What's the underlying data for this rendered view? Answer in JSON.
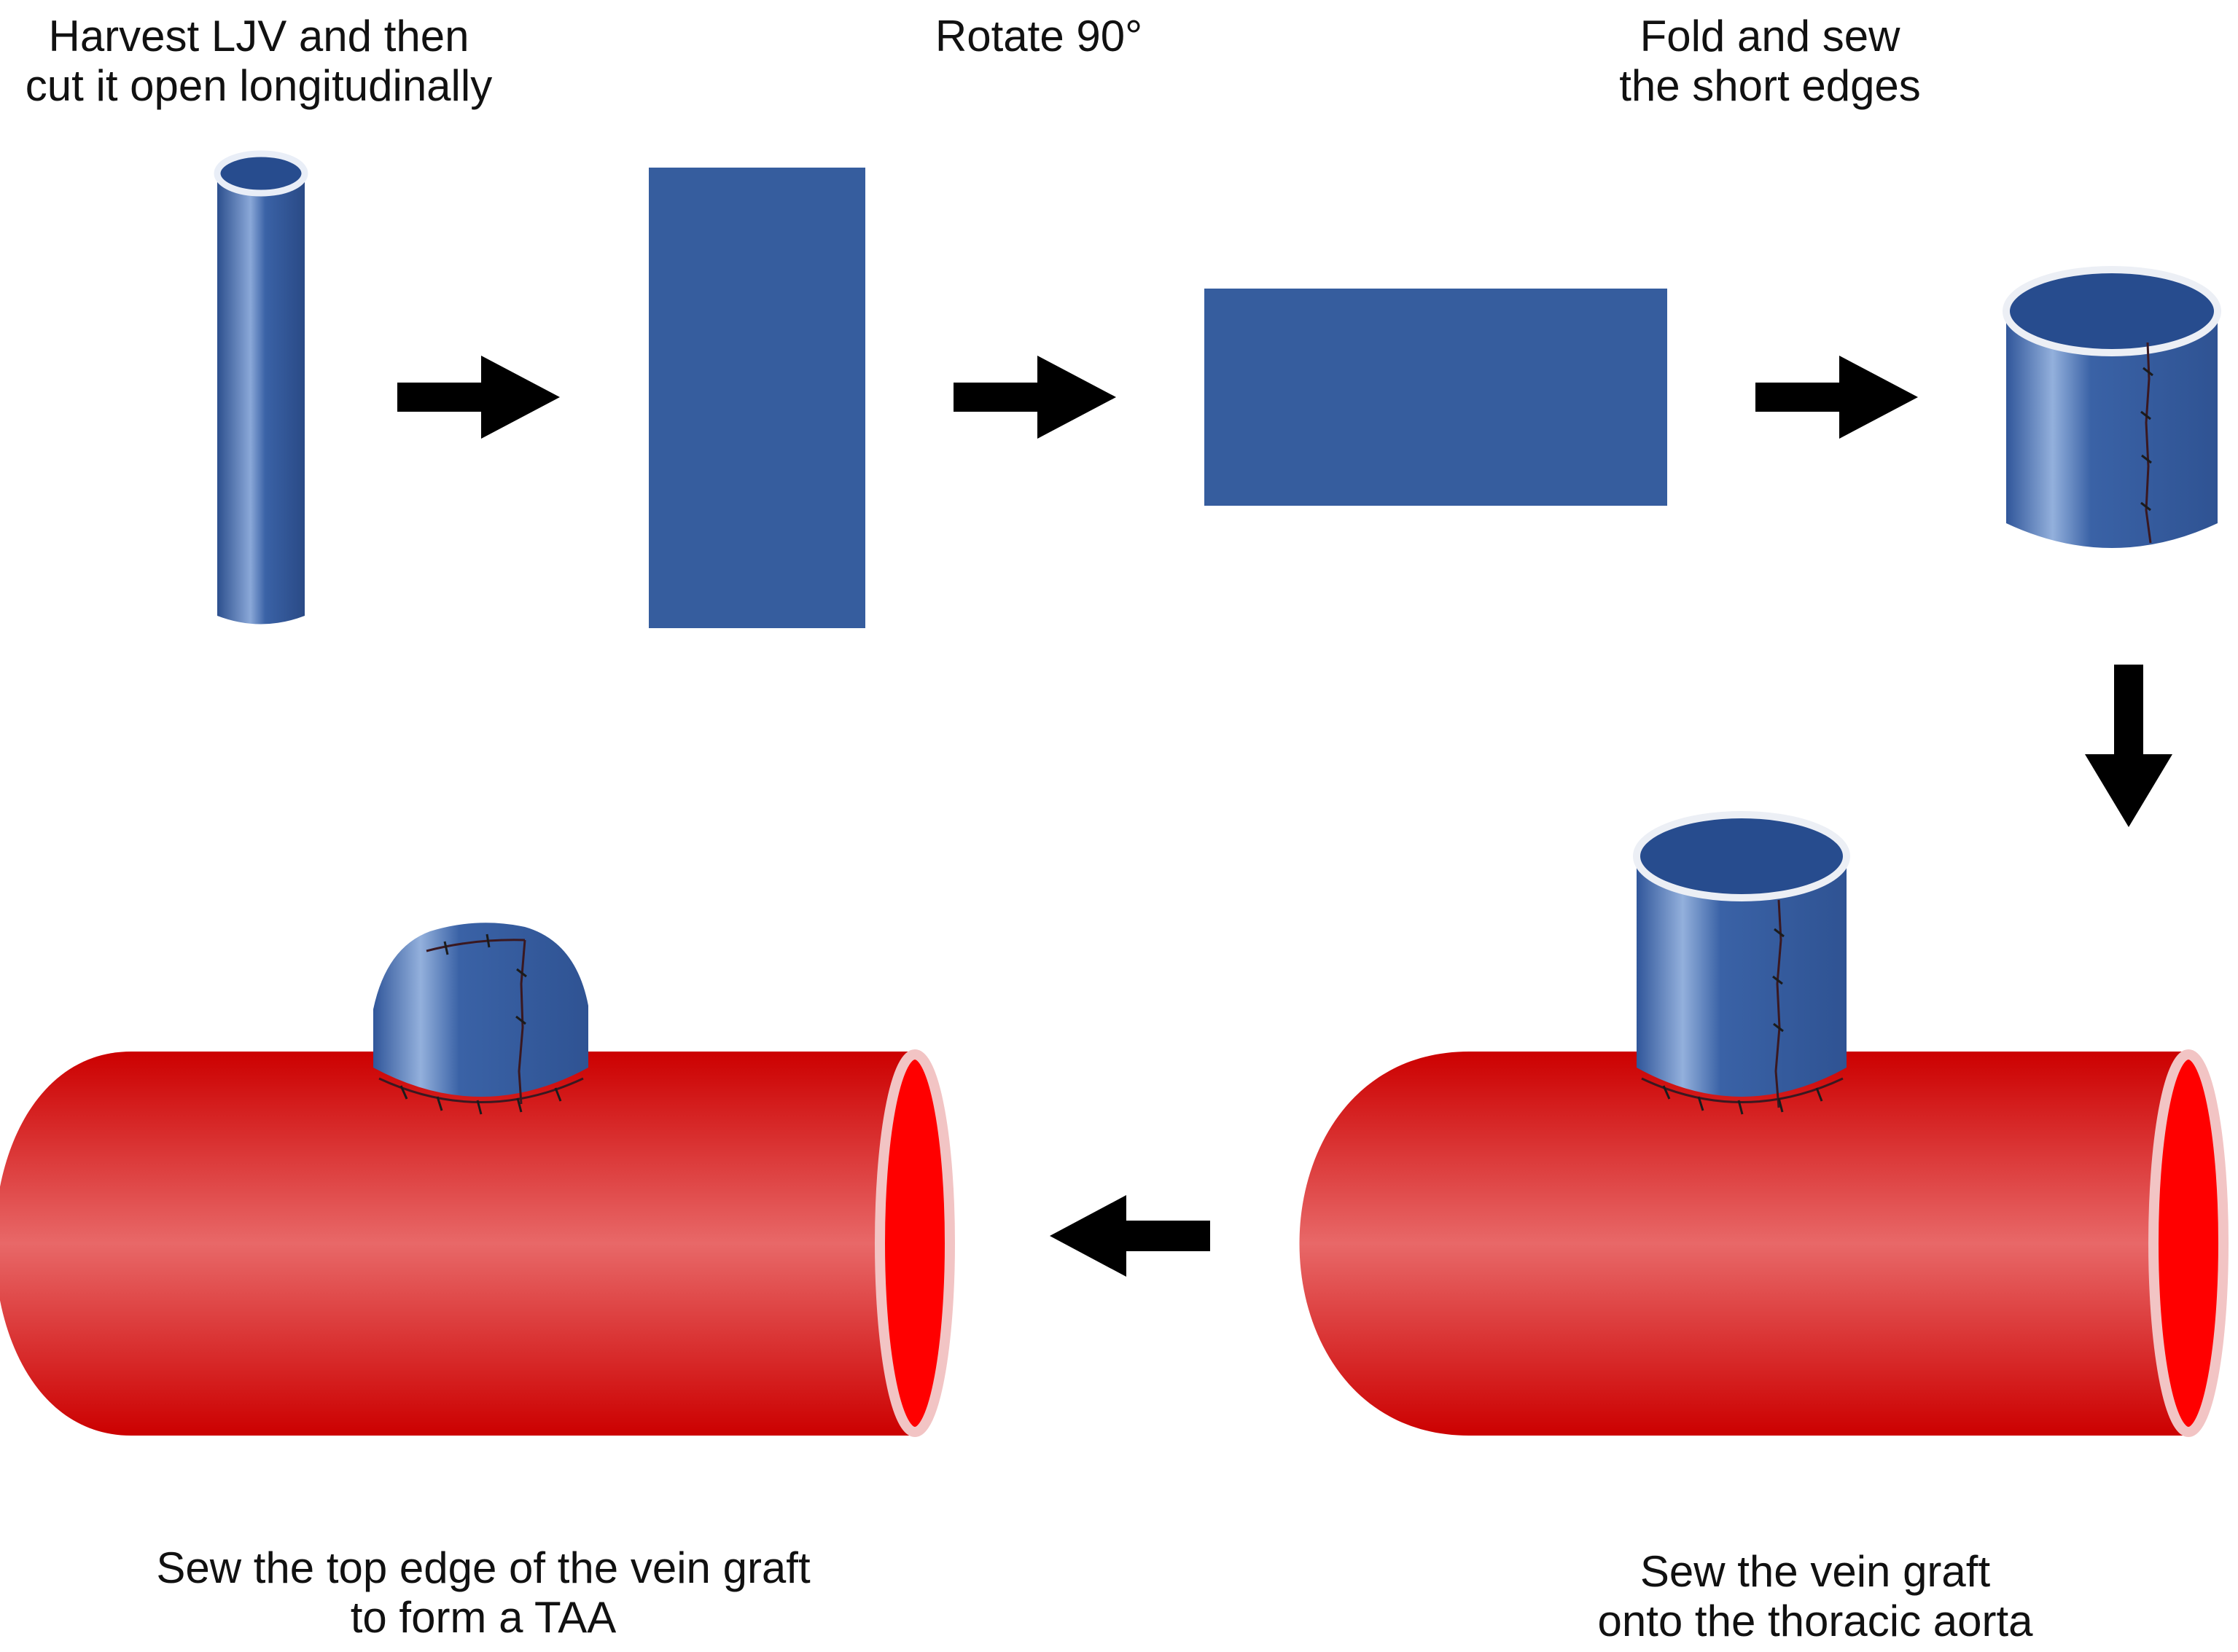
{
  "labels": {
    "step1": {
      "line1": "Harvest LJV and then",
      "line2": "cut it open longitudinally"
    },
    "step2": {
      "line1": "Rotate 90°"
    },
    "step3": {
      "line1": "Fold and sew",
      "line2": "the short edges"
    },
    "step4": {
      "line1": "Sew the vein graft",
      "line2": "onto the thoracic aorta"
    },
    "step5": {
      "line1": "Sew the top edge of the vein graft",
      "line2": "to form a TAA"
    }
  },
  "colors": {
    "vein": "#365d9e",
    "vein_inner": "#274c8e",
    "aorta": "#d90000",
    "aorta_lumen": "#ff0000",
    "rim": "#f2c4c4",
    "arrow": "#000000"
  }
}
